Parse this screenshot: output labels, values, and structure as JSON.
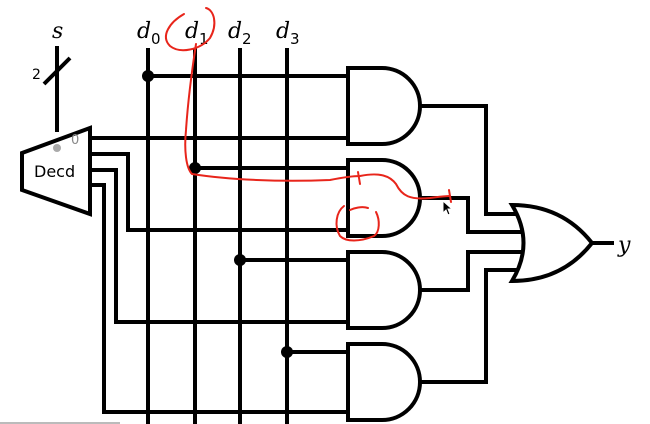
{
  "labels": {
    "select": "s",
    "data_inputs": [
      {
        "base": "d",
        "sub": "0"
      },
      {
        "base": "d",
        "sub": "1"
      },
      {
        "base": "d",
        "sub": "2"
      },
      {
        "base": "d",
        "sub": "3"
      }
    ],
    "bus_width": "2",
    "decoder": "Decd",
    "decoder_output_zero": "0",
    "output": "y"
  },
  "colors": {
    "wire": "#000000",
    "annotation_ink": "#e8251b",
    "decoder_dot": "#aaaaaa"
  },
  "icons": {
    "cursor": "mouse-pointer-icon"
  }
}
